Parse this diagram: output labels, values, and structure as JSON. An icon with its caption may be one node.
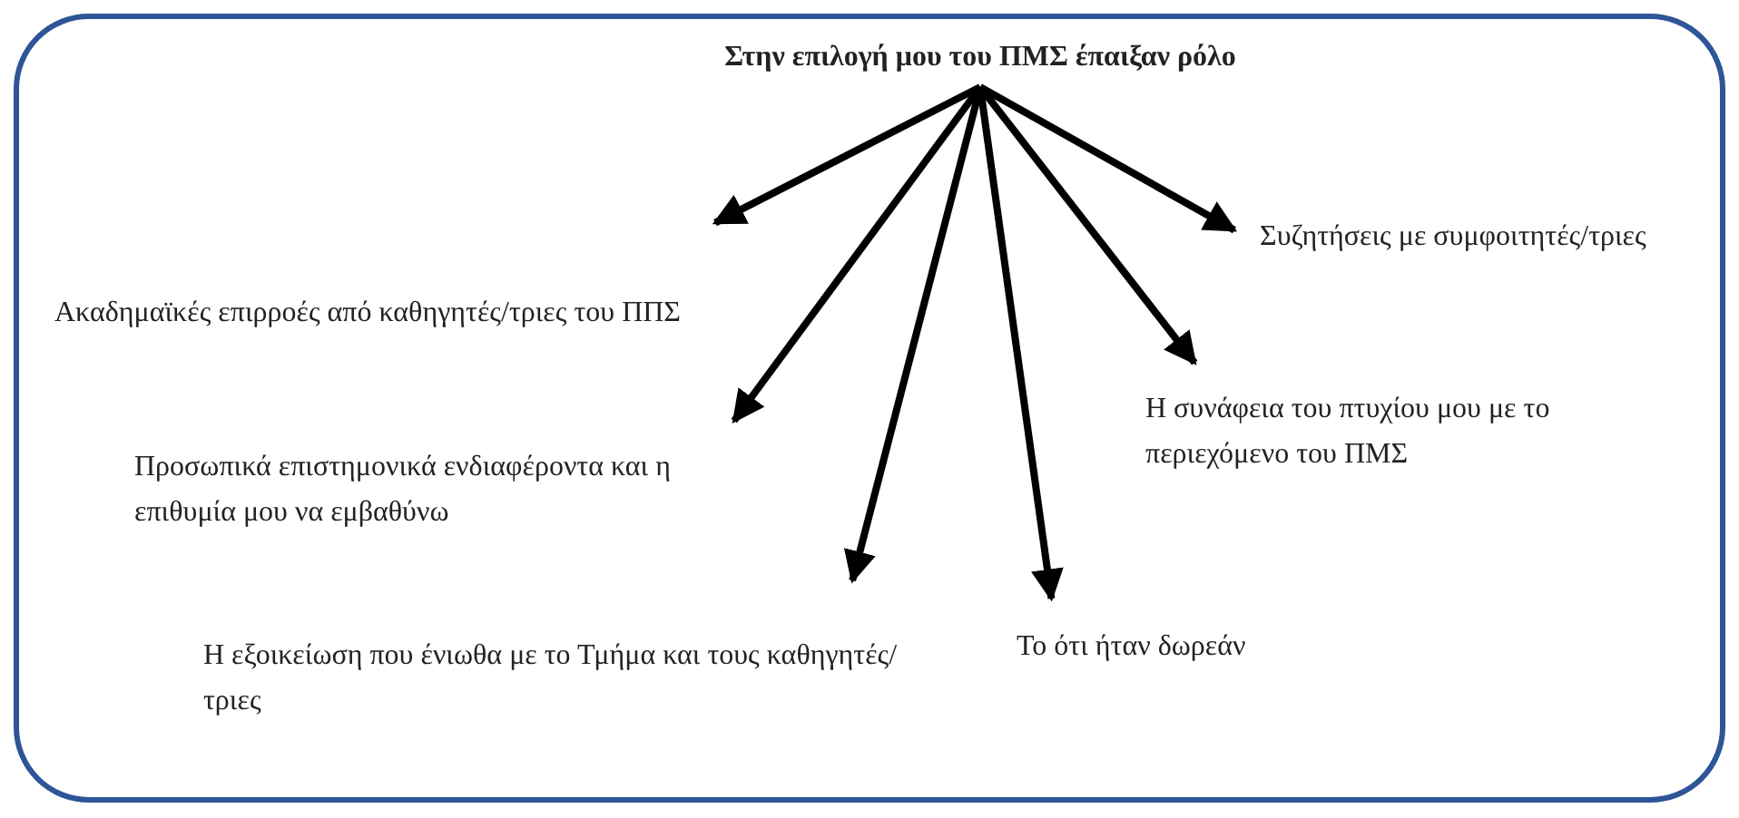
{
  "diagram": {
    "nodes": [
      {
        "text": [
          "Στην επιλογή μου του ΠΜΣ έπαιξαν ρόλο"
        ]
      },
      {
        "text": [
          "Ακαδημαϊκές επιρροές από καθηγητές/τριες του ΠΠΣ"
        ]
      },
      {
        "text": [
          "Συζητήσεις με συμφοιτητές/τριες"
        ]
      },
      {
        "text": [
          "Η συνάφεια του πτυχίου μου με το περιεχόμενο του ΠΜΣ"
        ]
      },
      {
        "text": [
          "Προσωπικά επιστημονικά ενδιαφέροντα και η επιθυμία μου να εμβαθύνω"
        ]
      },
      {
        "text": [
          "Η εξοικείωση που ένιωθα με το Τμήμα και τους καθηγητές/τριες"
        ]
      },
      {
        "text": [
          "Το ότι ήταν δωρεάν"
        ]
      }
    ],
    "edges": [
      {
        "from": 0,
        "to": 1,
        "arrow": "to"
      },
      {
        "from": 0,
        "to": 4,
        "arrow": "to"
      },
      {
        "from": 0,
        "to": 5,
        "arrow": "to"
      },
      {
        "from": 0,
        "to": 6,
        "arrow": "to"
      },
      {
        "from": 0,
        "to": 3,
        "arrow": "to"
      },
      {
        "from": 0,
        "to": 2,
        "arrow": "to"
      }
    ]
  }
}
